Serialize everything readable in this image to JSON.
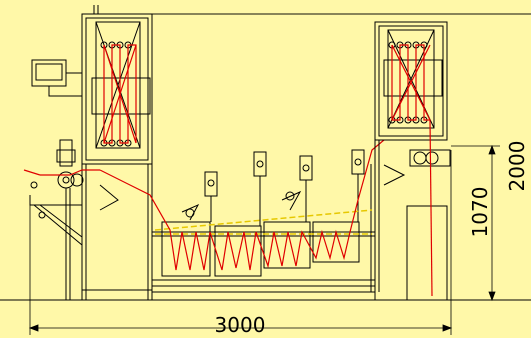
{
  "drawing": {
    "background": "#FFF8A8",
    "line_color": "#000000",
    "web_color": "#E00000",
    "guide_color": "#E6C800",
    "dimensions": {
      "overall_length": "3000",
      "height_to_rail": "1070",
      "overall_height": "2000"
    },
    "components": [
      "unwind-roll",
      "left-accumulator-tower",
      "control-panel",
      "dip-tank-1",
      "dip-tank-2",
      "dip-tank-3",
      "dip-tank-4",
      "right-accumulator-tower",
      "outfeed-drive",
      "outlet-cabinet"
    ]
  }
}
